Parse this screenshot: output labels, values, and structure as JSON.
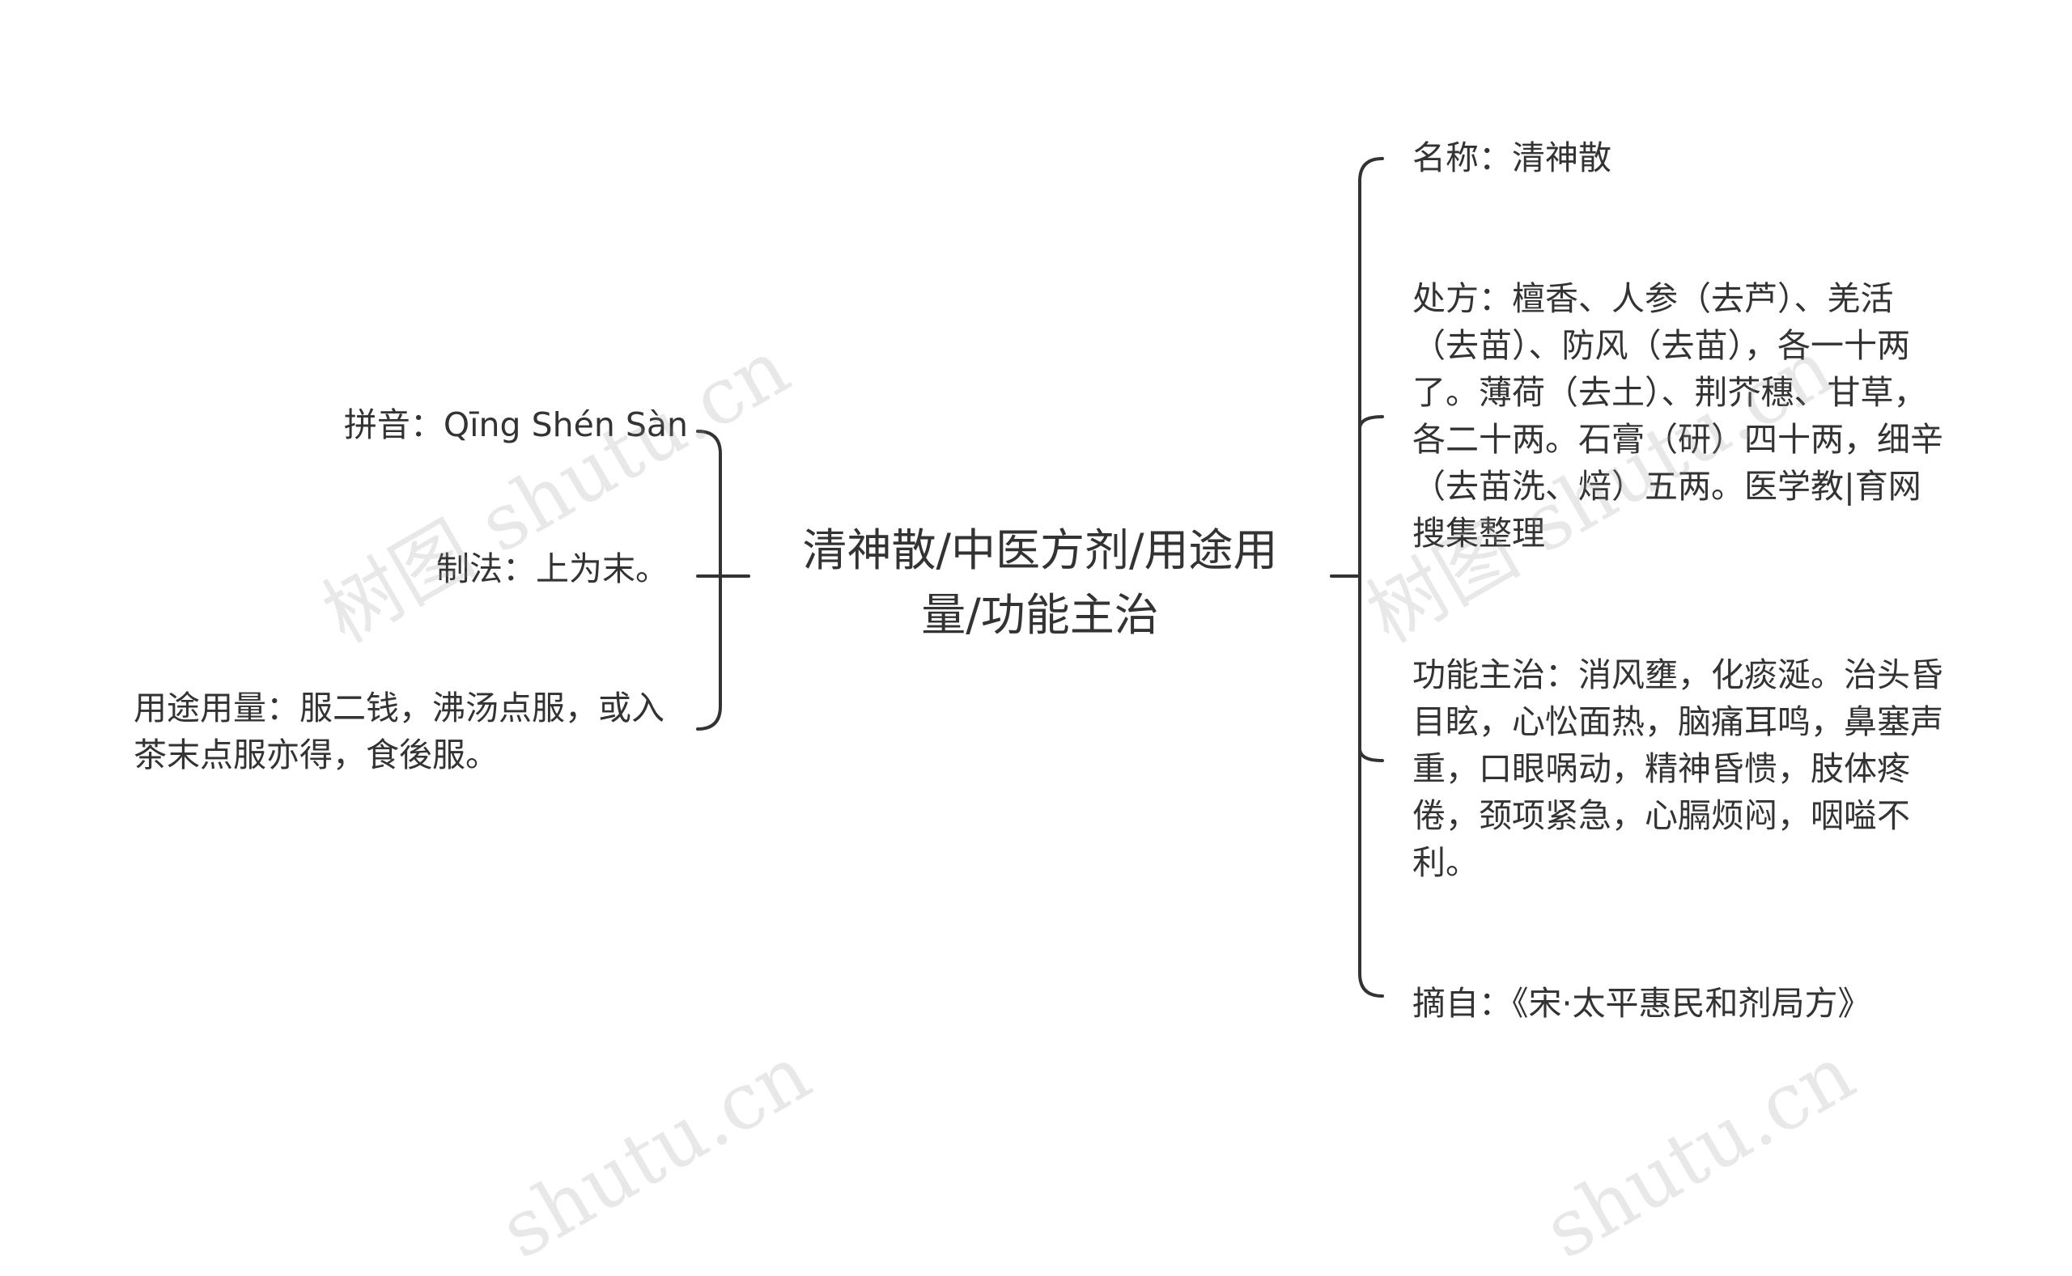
{
  "central": {
    "label": "清神散/中医方剂/用途用量/功能主治"
  },
  "left_nodes": [
    {
      "text": "拼音：Qīng Shén Sàn"
    },
    {
      "text": "制法：上为末。"
    },
    {
      "text": "用途用量：服二钱，沸汤点服，或入茶末点服亦得，食後服。"
    }
  ],
  "right_nodes": [
    {
      "text": "名称：清神散"
    },
    {
      "text": "处方：檀香、人参（去芦）、羌活（去苗）、防风（去苗），各一十两了。薄荷（去土）、荆芥穗、甘草，各二十两。石膏（研）四十两，细辛（去苗洗、焙）五两。医学教|育网搜集整理"
    },
    {
      "text": "功能主治：消风壅，化痰涎。治头昏目眩，心忪面热，脑痛耳鸣，鼻塞声重，口眼㖞动，精神昏愦，肢体疼倦，颈项紧急，心膈烦闷，咽嗌不利。"
    },
    {
      "text": "摘自：《宋·太平惠民和剂局方》"
    }
  ],
  "watermark": {
    "text_cn": "树图",
    "text_en": "shutu.cn"
  },
  "colors": {
    "line": "#333333",
    "text": "#333333",
    "watermark": "#999999"
  }
}
